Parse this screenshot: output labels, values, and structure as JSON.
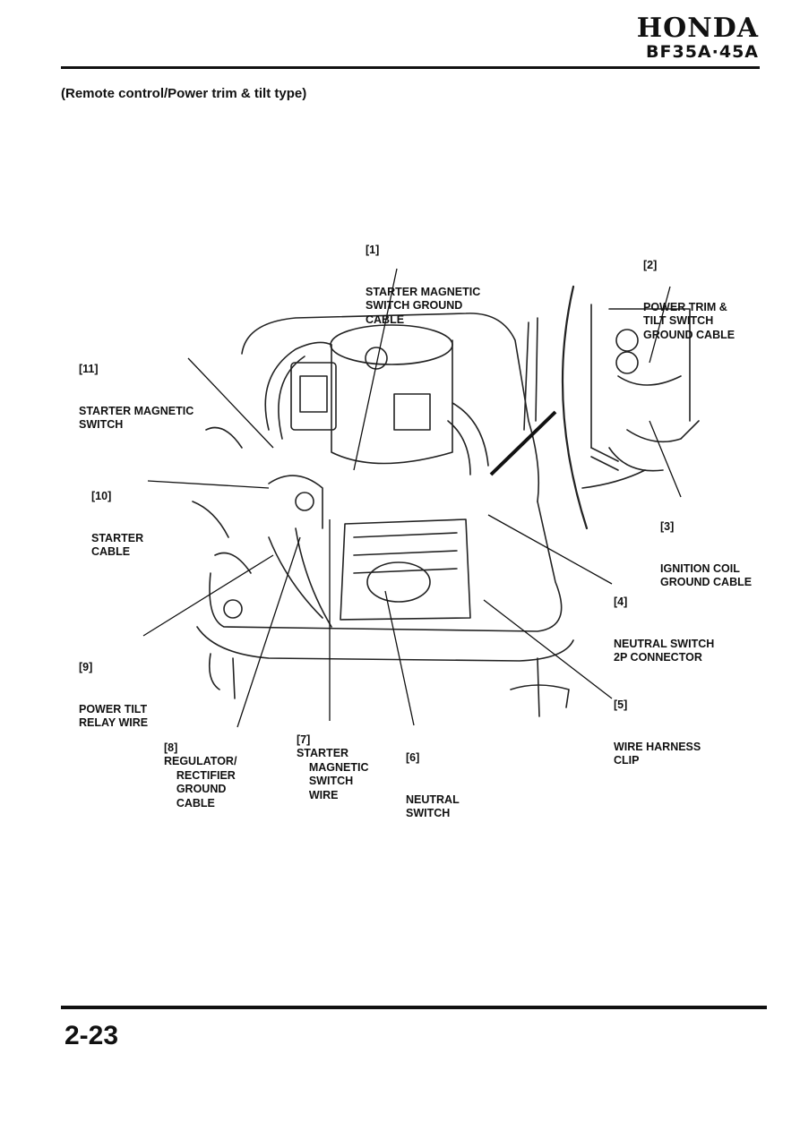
{
  "header": {
    "brand": "HONDA",
    "model": "BF35A·45A"
  },
  "subtitle": "(Remote control/Power trim & tilt type)",
  "callouts": [
    {
      "num": "[1]",
      "text": "STARTER MAGNETIC\nSWITCH GROUND\nCABLE"
    },
    {
      "num": "[2]",
      "text": "POWER TRIM &\nTILT SWITCH\nGROUND CABLE"
    },
    {
      "num": "[3]",
      "text": "IGNITION COIL\nGROUND CABLE"
    },
    {
      "num": "[4]",
      "text": "NEUTRAL SWITCH\n2P CONNECTOR"
    },
    {
      "num": "[5]",
      "text": "WIRE HARNESS\nCLIP"
    },
    {
      "num": "[6]",
      "text": "NEUTRAL\nSWITCH"
    },
    {
      "num": "[7]",
      "text": "STARTER\n      MAGNETIC\n      SWITCH\n      WIRE"
    },
    {
      "num": "[8]",
      "text": "REGULATOR/\n      RECTIFIER\n      GROUND\n      CABLE"
    },
    {
      "num": "[9]",
      "text": "POWER TILT\nRELAY WIRE"
    },
    {
      "num": "[10]",
      "text": "STARTER\nCABLE"
    },
    {
      "num": "[11]",
      "text": "STARTER MAGNETIC\nSWITCH"
    }
  ],
  "footer": {
    "page_number": "2-23"
  }
}
